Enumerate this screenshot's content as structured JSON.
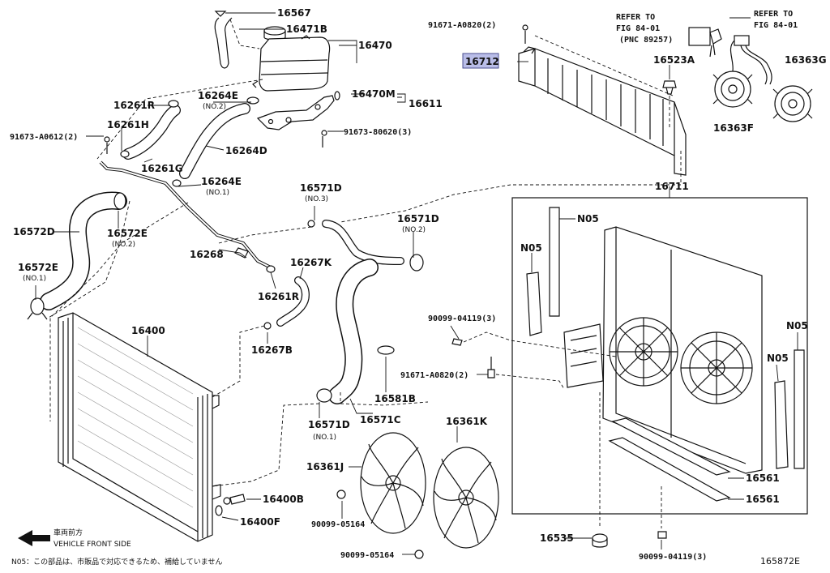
{
  "labels": {
    "p16567": "16567",
    "p16471B": "16471B",
    "p16470": "16470",
    "p91671_top": "91671-A0820(2)",
    "p16712": "16712",
    "refer1_l1": "REFER TO",
    "refer1_l2": "FIG 84-01",
    "refer1_l3": "(PNC 89257)",
    "refer2_l1": "REFER TO",
    "refer2_l2": "FIG 84-01",
    "p16523A": "16523A",
    "p16363G": "16363G",
    "p16363F": "16363F",
    "p16261R_top": "16261R",
    "p16264E_no2": "16264E",
    "no2_a": "(NO.2)",
    "p16470M": "16470M",
    "p16611": "16611",
    "p16261H": "16261H",
    "p91673_A0612": "91673-A0612(2)",
    "p91673_80620": "91673-80620(3)",
    "p16261G": "16261G",
    "p16264D": "16264D",
    "p16264E_no1": "16264E",
    "no1_a": "(NO.1)",
    "p16711": "16711",
    "p16571D_no3": "16571D",
    "no3": "(NO.3)",
    "p16571D_no2": "16571D",
    "no2_b": "(NO.2)",
    "p16572D": "16572D",
    "p16572E_no2": "16572E",
    "no2_c": "(NO.2)",
    "p16268": "16268",
    "p16572E_no1": "16572E",
    "no1_b": "(NO.1)",
    "p16267K": "16267K",
    "p16261R_mid": "16261R",
    "N05_a": "N05",
    "N05_b": "N05",
    "N05_c": "N05",
    "N05_d": "N05",
    "p16400": "16400",
    "p16267B": "16267B",
    "p90099_04119_mid": "90099-04119(3)",
    "p91671_mid": "91671-A0820(2)",
    "p16581B": "16581B",
    "p16571D_no1": "16571D",
    "no1_c": "(NO.1)",
    "p16571C": "16571C",
    "p16361K": "16361K",
    "p16361J": "16361J",
    "p16400B": "16400B",
    "p16400F": "16400F",
    "p90099_05164_a": "90099-05164",
    "p90099_05164_b": "90099-05164",
    "p16561_a": "16561",
    "p16561_b": "16561",
    "p16535": "16535",
    "p90099_04119_bot": "90099-04119(3)"
  },
  "highlight_color": "#b9bde8",
  "footer": {
    "front_jp": "車両前方",
    "front_en": "VEHICLE FRONT SIDE",
    "note": "N05：この部品は、市販品で対応できるため、補給していません",
    "figure_no": "165872E"
  }
}
